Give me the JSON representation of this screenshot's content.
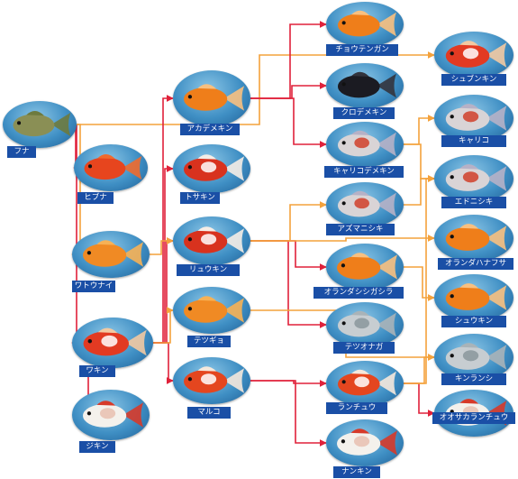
{
  "diagram": {
    "colors": {
      "red_line": "#e0213a",
      "orange_line": "#f4a23c",
      "label_bg": "#1a4fa6",
      "oval": "#3f8fc4"
    },
    "nodes": [
      {
        "id": "funa",
        "label": "フナ",
        "fish": "carp-olive",
        "icon": "carp-icon"
      },
      {
        "id": "hibuna",
        "label": "ヒブナ",
        "fish": "red-slim",
        "icon": "red-fish-icon"
      },
      {
        "id": "wakin",
        "label": "ワキン",
        "fish": "red-white",
        "icon": "red-white-fish-icon"
      },
      {
        "id": "jikin",
        "label": "ジキン",
        "fish": "white-red-tail",
        "icon": "white-fish-icon"
      },
      {
        "id": "watonai",
        "label": "ワトウナイ",
        "fish": "orange-long",
        "icon": "orange-fish-icon"
      },
      {
        "id": "akademekin",
        "label": "アカデメキン",
        "fish": "orange-fancy",
        "icon": "orange-fish-icon"
      },
      {
        "id": "tosakin",
        "label": "トサキン",
        "fish": "red-white-fancy",
        "icon": "red-white-fish-icon"
      },
      {
        "id": "ryukin",
        "label": "リュウキン",
        "fish": "red-white-fancy",
        "icon": "red-white-fish-icon"
      },
      {
        "id": "tetsugyo",
        "label": "テツギョ",
        "fish": "orange-long",
        "icon": "orange-fish-icon"
      },
      {
        "id": "maruko",
        "label": "マルコ",
        "fish": "red-white-round",
        "icon": "red-white-fish-icon"
      },
      {
        "id": "chotengan",
        "label": "チョウテンガン",
        "fish": "orange-fancy",
        "icon": "orange-fish-icon"
      },
      {
        "id": "kurodemekin",
        "label": "クロデメキン",
        "fish": "black",
        "icon": "black-fish-icon"
      },
      {
        "id": "kyarikodemekin",
        "label": "キャリコデメキン",
        "fish": "calico",
        "icon": "calico-fish-icon"
      },
      {
        "id": "azumanishiki",
        "label": "アズマニシキ",
        "fish": "calico",
        "icon": "calico-fish-icon"
      },
      {
        "id": "orandashishigashira",
        "label": "オランダシシガシラ",
        "fish": "orange-fancy",
        "icon": "orange-fish-icon"
      },
      {
        "id": "tetsuonaga",
        "label": "テツオナガ",
        "fish": "silver",
        "icon": "silver-fish-icon"
      },
      {
        "id": "ranchu",
        "label": "ランチュウ",
        "fish": "red-white-round",
        "icon": "red-white-fish-icon"
      },
      {
        "id": "nankin",
        "label": "ナンキン",
        "fish": "white-red-tail",
        "icon": "white-fish-icon"
      },
      {
        "id": "shubunkin",
        "label": "シュブンキン",
        "fish": "red-white",
        "icon": "red-white-fish-icon"
      },
      {
        "id": "kyariko",
        "label": "キャリコ",
        "fish": "calico",
        "icon": "calico-fish-icon"
      },
      {
        "id": "edonishiki",
        "label": "エドニシキ",
        "fish": "calico",
        "icon": "calico-fish-icon"
      },
      {
        "id": "orandahanafusa",
        "label": "オランダハナフサ",
        "fish": "orange-fancy",
        "icon": "orange-fish-icon"
      },
      {
        "id": "shukin",
        "label": "シュウキン",
        "fish": "orange-fancy",
        "icon": "orange-fish-icon"
      },
      {
        "id": "kinranshi",
        "label": "キンランシ",
        "fish": "silver",
        "icon": "silver-fish-icon"
      },
      {
        "id": "osakaranchu",
        "label": "オオサカランチュウ",
        "fish": "white-red-tail",
        "icon": "white-fish-icon"
      }
    ],
    "edges": [
      {
        "from": "funa",
        "to": "hibuna",
        "color": "red"
      },
      {
        "from": "funa",
        "to": "wakin",
        "color": "red"
      },
      {
        "from": "funa",
        "to": "shubunkin",
        "color": "orange"
      },
      {
        "from": "funa",
        "to": "watonai",
        "color": "orange"
      },
      {
        "from": "wakin",
        "to": "jikin",
        "color": "red"
      },
      {
        "from": "wakin",
        "to": "akademekin",
        "color": "red"
      },
      {
        "from": "wakin",
        "to": "tosakin",
        "color": "red"
      },
      {
        "from": "wakin",
        "to": "ryukin",
        "color": "red"
      },
      {
        "from": "wakin",
        "to": "maruko",
        "color": "red"
      },
      {
        "from": "wakin",
        "to": "tetsugyo",
        "color": "orange"
      },
      {
        "from": "watonai",
        "to": "ryukin",
        "color": "orange"
      },
      {
        "from": "akademekin",
        "to": "chotengan",
        "color": "red"
      },
      {
        "from": "akademekin",
        "to": "kurodemekin",
        "color": "red"
      },
      {
        "from": "akademekin",
        "to": "kyarikodemekin",
        "color": "red"
      },
      {
        "from": "ryukin",
        "to": "orandashishigashira",
        "color": "red"
      },
      {
        "from": "ryukin",
        "to": "tetsuonaga",
        "color": "red"
      },
      {
        "from": "ryukin",
        "to": "azumanishiki",
        "color": "orange"
      },
      {
        "from": "ryukin",
        "to": "orandahanafusa",
        "color": "orange"
      },
      {
        "from": "maruko",
        "to": "ranchu",
        "color": "red"
      },
      {
        "from": "maruko",
        "to": "nankin",
        "color": "red"
      },
      {
        "from": "ranchu",
        "to": "osakaranchu",
        "color": "red"
      },
      {
        "from": "kyarikodemekin",
        "to": "edonishiki",
        "color": "orange"
      },
      {
        "from": "orandashishigashira",
        "to": "shukin",
        "color": "orange"
      },
      {
        "from": "ranchu",
        "to": "kinranshi",
        "color": "orange"
      },
      {
        "from": "ranchu",
        "to": "edonishiki",
        "color": "orange"
      },
      {
        "from": "kyarikodemekin",
        "to": "kyariko",
        "color": "orange"
      },
      {
        "from": "azumanishiki",
        "to": "edonishiki",
        "color": "orange"
      },
      {
        "from": "tetsugyo",
        "to": "kinranshi",
        "color": "orange"
      }
    ]
  }
}
